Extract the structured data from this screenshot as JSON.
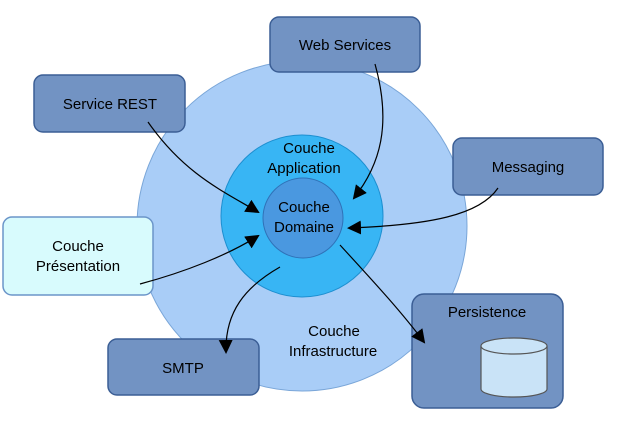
{
  "colors": {
    "outer_ring": "#a9cdf7",
    "middle_ring": "#38b5f4",
    "inner_core": "#4a98e0",
    "box_fill": "#7293c3",
    "box_stroke": "#3b5e95",
    "presentation_fill": "#d8fbfd",
    "presentation_stroke": "#6b95c9",
    "cylinder_fill": "#c9e3f7",
    "arrow": "#000000"
  },
  "rings": {
    "infrastructure": {
      "line1": "Couche",
      "line2": "Infrastructure"
    },
    "application": {
      "line1": "Couche",
      "line2": "Application"
    },
    "domaine": {
      "line1": "Couche",
      "line2": "Domaine"
    }
  },
  "boxes": {
    "web_services": "Web Services",
    "service_rest": "Service REST",
    "messaging": "Messaging",
    "presentation": {
      "line1": "Couche",
      "line2": "Présentation"
    },
    "smtp": "SMTP",
    "persistence": "Persistence"
  },
  "icons": {
    "database": "database-cylinder-icon"
  }
}
